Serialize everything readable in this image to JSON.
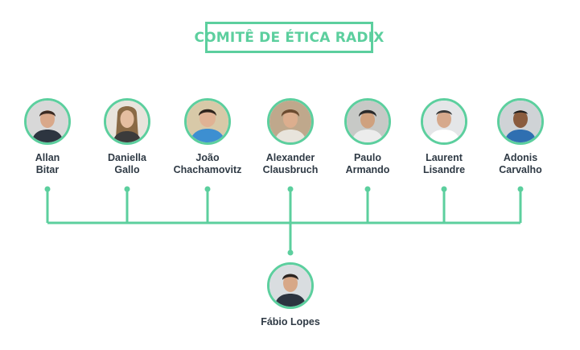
{
  "title": "COMITÊ DE ÉTICA RADIX",
  "colors": {
    "accent": "#5ccf9e",
    "text": "#2f3a45"
  },
  "members": [
    {
      "line1": "Allan",
      "line2": "Bitar",
      "photo": {
        "bg": "#d8d8d8",
        "skin": "#d9a88a",
        "hair": "#3a2a22",
        "shirt": "#2d3540"
      }
    },
    {
      "line1": "Daniella",
      "line2": "Gallo",
      "photo": {
        "bg": "#e9e4dc",
        "skin": "#e5bea0",
        "hair": "#8a6a45",
        "shirt": "#3b3b3b"
      }
    },
    {
      "line1": "João",
      "line2": "Chachamovitz",
      "photo": {
        "bg": "#d8c9a8",
        "skin": "#e0b294",
        "hair": "#2f241d",
        "shirt": "#3d8fd1"
      }
    },
    {
      "line1": "Alexander",
      "line2": "Clausbruch",
      "photo": {
        "bg": "#bfa88c",
        "skin": "#dcae8e",
        "hair": "#6b4b30",
        "shirt": "#e8e4dc"
      }
    },
    {
      "line1": "Paulo",
      "line2": "Armando",
      "photo": {
        "bg": "#c7c9c6",
        "skin": "#cfa17e",
        "hair": "#2a2a2a",
        "shirt": "#ececec"
      }
    },
    {
      "line1": "Laurent",
      "line2": "Lisandre",
      "photo": {
        "bg": "#e4e6e8",
        "skin": "#d6a98c",
        "hair": "#3a3a3a",
        "shirt": "#ffffff"
      }
    },
    {
      "line1": "Adonis",
      "line2": "Carvalho",
      "photo": {
        "bg": "#cfd3d6",
        "skin": "#8a5c3e",
        "hair": "#1e1e1e",
        "shirt": "#2f6fb1"
      }
    }
  ],
  "chair": {
    "name": "Fábio Lopes",
    "photo": {
      "bg": "#d9dde0",
      "skin": "#d7a888",
      "hair": "#2b2420",
      "shirt": "#2c3440"
    }
  }
}
